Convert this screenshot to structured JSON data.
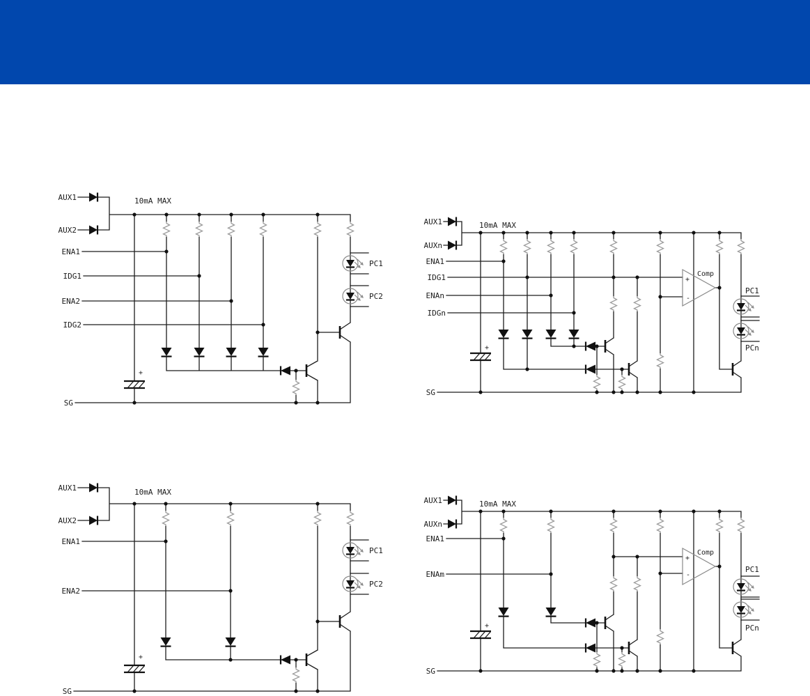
{
  "page": {
    "header_bar_color": "#0147ad",
    "background_color": "#ffffff",
    "wire_color": "#1c1c1c",
    "component_stroke_color": "#9b9b9b"
  },
  "diagrams": {
    "top_left": {
      "annotation": "10mA MAX",
      "inputs": {
        "aux1": "AUX1",
        "aux2": "AUX2",
        "ena1": "ENA1",
        "idg1": "IDG1",
        "ena2": "ENA2",
        "idg2": "IDG2"
      },
      "signal_ground": "SG",
      "capacitor_polarity": "+",
      "photocouplers": {
        "pc1": "PC1",
        "pc2": "PC2"
      }
    },
    "top_right": {
      "annotation": "10mA MAX",
      "inputs": {
        "aux1": "AUX1",
        "auxn": "AUXn",
        "ena1": "ENA1",
        "idg1": "IDG1",
        "enan": "ENAn",
        "idgn": "IDGn"
      },
      "signal_ground": "SG",
      "capacitor_polarity": "+",
      "comparator": {
        "label": "Comp",
        "plus": "+",
        "minus": "-"
      },
      "photocouplers": {
        "pc1": "PC1",
        "pcn": "PCn"
      }
    },
    "bottom_left": {
      "annotation": "10mA MAX",
      "inputs": {
        "aux1": "AUX1",
        "aux2": "AUX2",
        "ena1": "ENA1",
        "ena2": "ENA2"
      },
      "signal_ground": "SG",
      "capacitor_polarity": "+",
      "photocouplers": {
        "pc1": "PC1",
        "pc2": "PC2"
      }
    },
    "bottom_right": {
      "annotation": "10mA MAX",
      "inputs": {
        "aux1": "AUX1",
        "auxn": "AUXn",
        "ena1": "ENA1",
        "enam": "ENAm"
      },
      "signal_ground": "SG",
      "capacitor_polarity": "+",
      "comparator": {
        "label": "Comp",
        "plus": "+",
        "minus": "-"
      },
      "photocouplers": {
        "pc1": "PC1",
        "pcn": "PCn"
      }
    }
  }
}
